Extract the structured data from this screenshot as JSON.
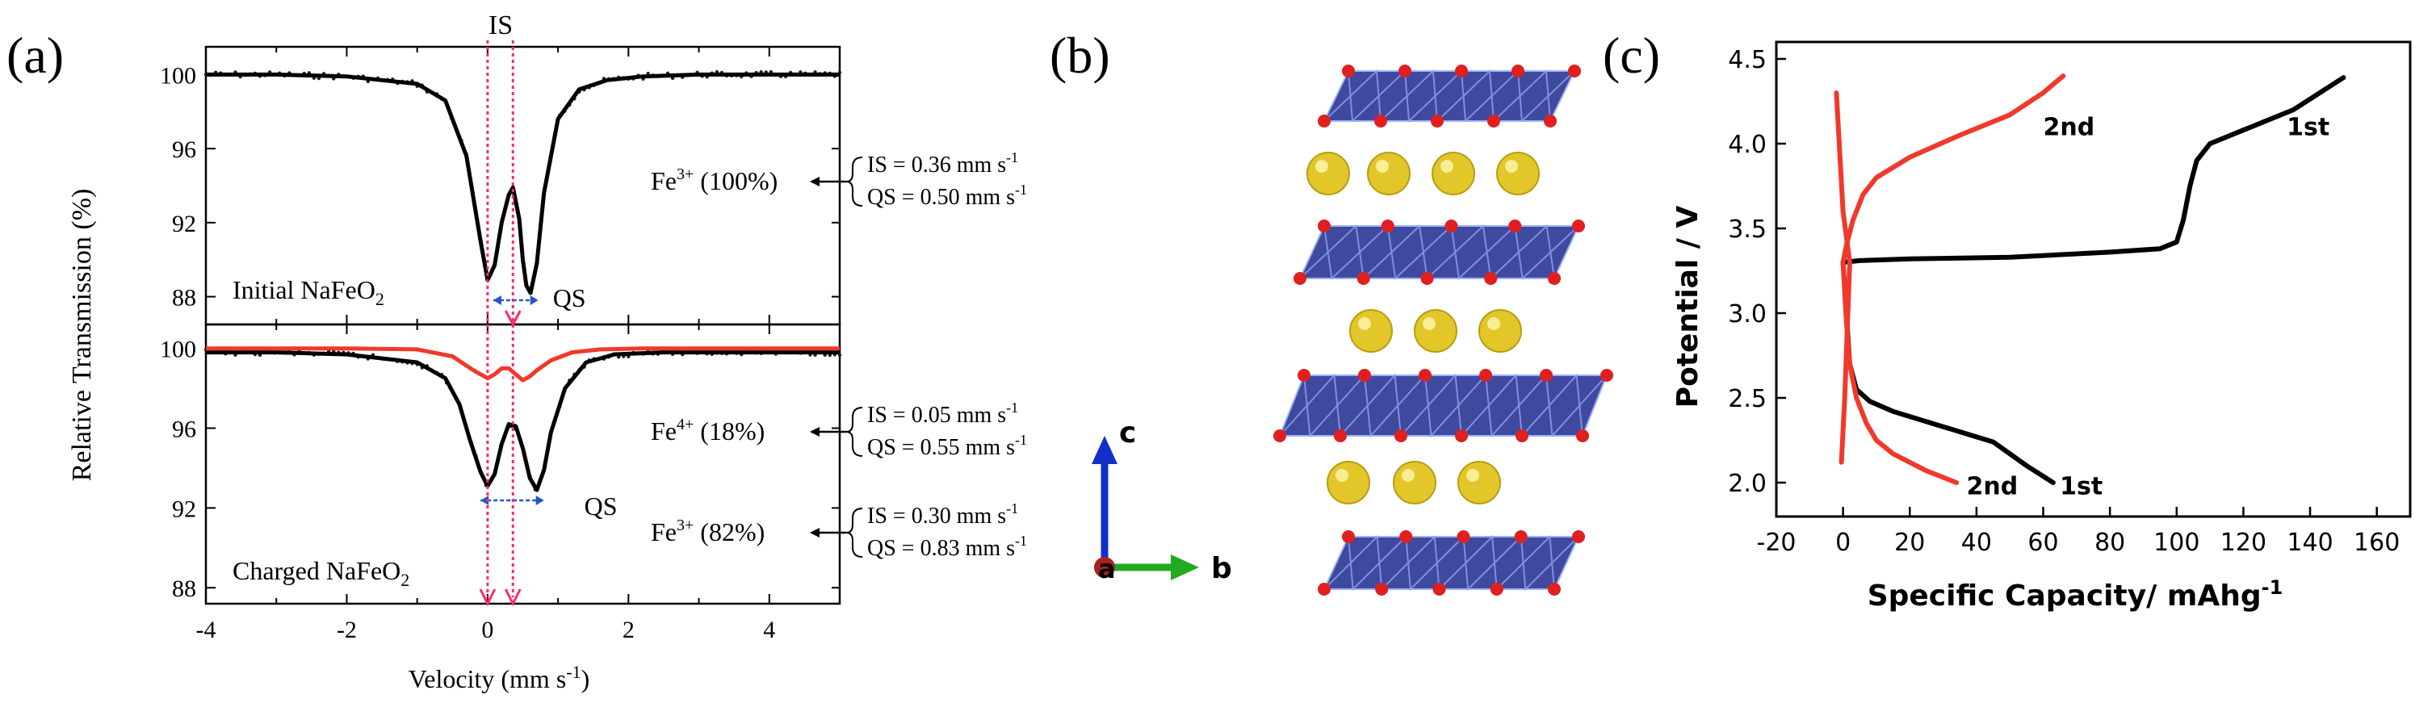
{
  "panels": {
    "a": {
      "tag": "(a)"
    },
    "b": {
      "tag": "(b)"
    },
    "c": {
      "tag": "(c)"
    }
  },
  "chart_data": [
    {
      "panel": "a",
      "type": "line",
      "description_ref": "Mossbauer spectra, two stacked plots sharing a velocity axis",
      "xlabel": "Velocity (mm s",
      "xlabel_sup": "-1",
      "xlabel_close": ")",
      "ylabel": "Relative Transmission (%)",
      "xlim": [
        -4,
        5
      ],
      "xticks": [
        "-4",
        "-2",
        "0",
        "2",
        "4"
      ],
      "top_label": "IS",
      "plots": [
        {
          "name": "Initial NaFeO",
          "name_sub": "2",
          "ylim": [
            86.5,
            101.5
          ],
          "yticks": [
            "100",
            "96",
            "92",
            "88"
          ],
          "ytick_values": [
            100,
            96,
            92,
            88
          ],
          "qs_label": "QS",
          "series": [
            {
              "color": "#000000",
              "style": "fit",
              "x": [
                -4,
                -3,
                -2,
                -1,
                -0.6,
                -0.3,
                -0.1,
                0.0,
                0.1,
                0.2,
                0.3,
                0.36,
                0.45,
                0.5,
                0.55,
                0.61,
                0.7,
                0.8,
                1.0,
                1.3,
                1.7,
                2.2,
                3,
                4,
                5
              ],
              "y": [
                100,
                100,
                99.9,
                99.5,
                98.6,
                95.6,
                91.0,
                88.9,
                89.7,
                92.0,
                93.5,
                93.9,
                92.2,
                90.0,
                88.6,
                88.2,
                89.8,
                93.6,
                97.6,
                99.2,
                99.7,
                99.9,
                100,
                100,
                100
              ]
            }
          ],
          "annotations": [
            {
              "species": "Fe",
              "charge": "3+",
              "fraction": "(100%)",
              "IS": "IS = 0.36 mm s",
              "QS": "QS = 0.50 mm s",
              "unit_sup": "-1"
            }
          ]
        },
        {
          "name": "Charged NaFeO",
          "name_sub": "2",
          "ylim": [
            87.2,
            101.2
          ],
          "yticks": [
            "100",
            "96",
            "92",
            "88"
          ],
          "ytick_values": [
            100,
            96,
            92,
            88
          ],
          "qs_label": "QS",
          "series": [
            {
              "color": "#000000",
              "style": "fit",
              "x": [
                -4,
                -3,
                -2,
                -1,
                -0.6,
                -0.4,
                -0.25,
                -0.1,
                0.0,
                0.1,
                0.2,
                0.3,
                0.4,
                0.5,
                0.6,
                0.7,
                0.8,
                0.9,
                1.1,
                1.4,
                1.8,
                2.5,
                3.5,
                4.5,
                5
              ],
              "y": [
                99.8,
                99.8,
                99.7,
                99.3,
                98.5,
                97.2,
                95.4,
                93.8,
                93.1,
                93.7,
                95.2,
                96.2,
                96.1,
                95.0,
                93.5,
                92.9,
                93.9,
                95.8,
                98.0,
                99.3,
                99.7,
                99.8,
                99.8,
                99.8,
                99.8
              ]
            },
            {
              "color": "#f0392b",
              "style": "fit",
              "x": [
                -4,
                -2,
                -1,
                -0.5,
                -0.2,
                0.0,
                0.1,
                0.2,
                0.3,
                0.4,
                0.5,
                0.6,
                0.7,
                0.9,
                1.2,
                1.6,
                2.2,
                3,
                4,
                5
              ],
              "y": [
                100,
                100,
                99.95,
                99.6,
                98.9,
                98.5,
                98.7,
                99.0,
                99.0,
                98.7,
                98.4,
                98.6,
                98.9,
                99.4,
                99.8,
                99.95,
                100,
                100,
                100,
                100
              ]
            }
          ],
          "annotations": [
            {
              "species": "Fe",
              "charge": "4+",
              "fraction": "(18%)",
              "IS": "IS = 0.05 mm s",
              "QS": "QS = 0.55 mm s",
              "unit_sup": "-1"
            },
            {
              "species": "Fe",
              "charge": "3+",
              "fraction": "(82%)",
              "IS": "IS = 0.30 mm s",
              "QS": "QS = 0.83 mm s",
              "unit_sup": "-1"
            }
          ]
        }
      ]
    },
    {
      "panel": "b",
      "type": "diagram",
      "axes_labels": {
        "c": "c",
        "a": "a",
        "b": "b"
      },
      "colors": {
        "octahedra": "#3f4a9e",
        "oxygen": "#e01f1f",
        "sodium": "#e2c62a",
        "axis_c": "#1030c8",
        "axis_b": "#22aa22",
        "axis_a": "#aa2020"
      }
    },
    {
      "panel": "c",
      "type": "line",
      "xlabel": "Specific Capacity/ mAhg",
      "xlabel_sup": "-1",
      "ylabel": "Potential / V",
      "xlim": [
        -20,
        170
      ],
      "ylim": [
        1.8,
        4.6
      ],
      "xticks": [
        -20,
        0,
        20,
        40,
        60,
        80,
        100,
        120,
        140,
        160
      ],
      "yticks": [
        2.0,
        2.5,
        3.0,
        3.5,
        4.0,
        4.5
      ],
      "xtick_labels": [
        "-20",
        "0",
        "20",
        "40",
        "60",
        "80",
        "100",
        "120",
        "140",
        "160"
      ],
      "ytick_labels": [
        "2.0",
        "2.5",
        "3.0",
        "3.5",
        "4.0",
        "4.5"
      ],
      "series": [
        {
          "label": "1st",
          "color": "#000000",
          "charge": {
            "x": [
              0,
              5,
              20,
              50,
              80,
              95,
              100,
              102,
              104,
              106,
              110,
              120,
              135,
              150
            ],
            "y": [
              3.3,
              3.31,
              3.32,
              3.33,
              3.36,
              3.38,
              3.42,
              3.55,
              3.75,
              3.9,
              4.0,
              4.08,
              4.2,
              4.39
            ]
          },
          "discharge": {
            "x": [
              0,
              2,
              4,
              8,
              15,
              30,
              45,
              55,
              63
            ],
            "y": [
              3.3,
              2.7,
              2.55,
              2.48,
              2.42,
              2.33,
              2.24,
              2.1,
              2.0
            ]
          }
        },
        {
          "label": "2nd",
          "color": "#f0392b",
          "charge": {
            "x": [
              0,
              1,
              3,
              6,
              10,
              20,
              35,
              50,
              60,
              66
            ],
            "y": [
              3.3,
              3.4,
              3.55,
              3.7,
              3.8,
              3.92,
              4.05,
              4.17,
              4.3,
              4.4
            ]
          },
          "discharge": {
            "x": [
              0,
              1,
              2,
              4,
              7,
              10,
              15,
              25,
              34
            ],
            "y": [
              3.3,
              2.95,
              2.7,
              2.5,
              2.35,
              2.25,
              2.17,
              2.07,
              2.0
            ]
          },
          "extra_line": {
            "x": [
              -2,
              0,
              2,
              0.5,
              -0.5
            ],
            "y": [
              4.3,
              3.6,
              3.3,
              2.5,
              2.12
            ]
          }
        }
      ],
      "annotations": {
        "charge_1st": "1st",
        "charge_2nd": "2nd",
        "discharge_1st": "1st",
        "discharge_2nd": "2nd"
      }
    }
  ]
}
